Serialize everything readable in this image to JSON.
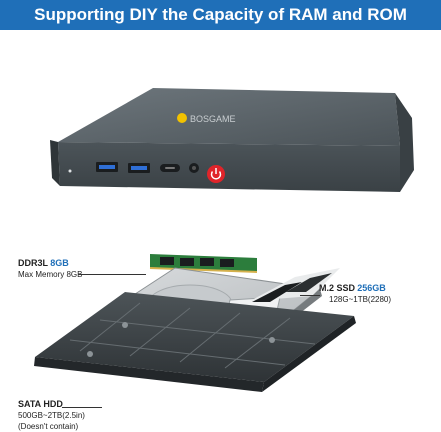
{
  "headline": "Supporting DIY the Capacity of RAM and ROM",
  "brand": "BOSGAME",
  "ram": {
    "title": "DDR3L",
    "size": "8GB",
    "note": "Max Memory 8GB"
  },
  "ssd": {
    "title": "M.2 SSD",
    "size": "256GB",
    "note": "128G~1TB(2280)"
  },
  "hdd": {
    "title": "SATA HDD",
    "note1": "500GB~2TB(2.5in)",
    "note2": "(Doesn't contain)"
  },
  "colors": {
    "headline_bg": "#1f6fb8",
    "accent": "#1f6fb8",
    "power_button": "#e0242a",
    "usb_blue": "#2f6fd6"
  },
  "icons": [
    "power-icon",
    "usb-port-icon",
    "usb-c-port-icon",
    "audio-jack-icon"
  ]
}
